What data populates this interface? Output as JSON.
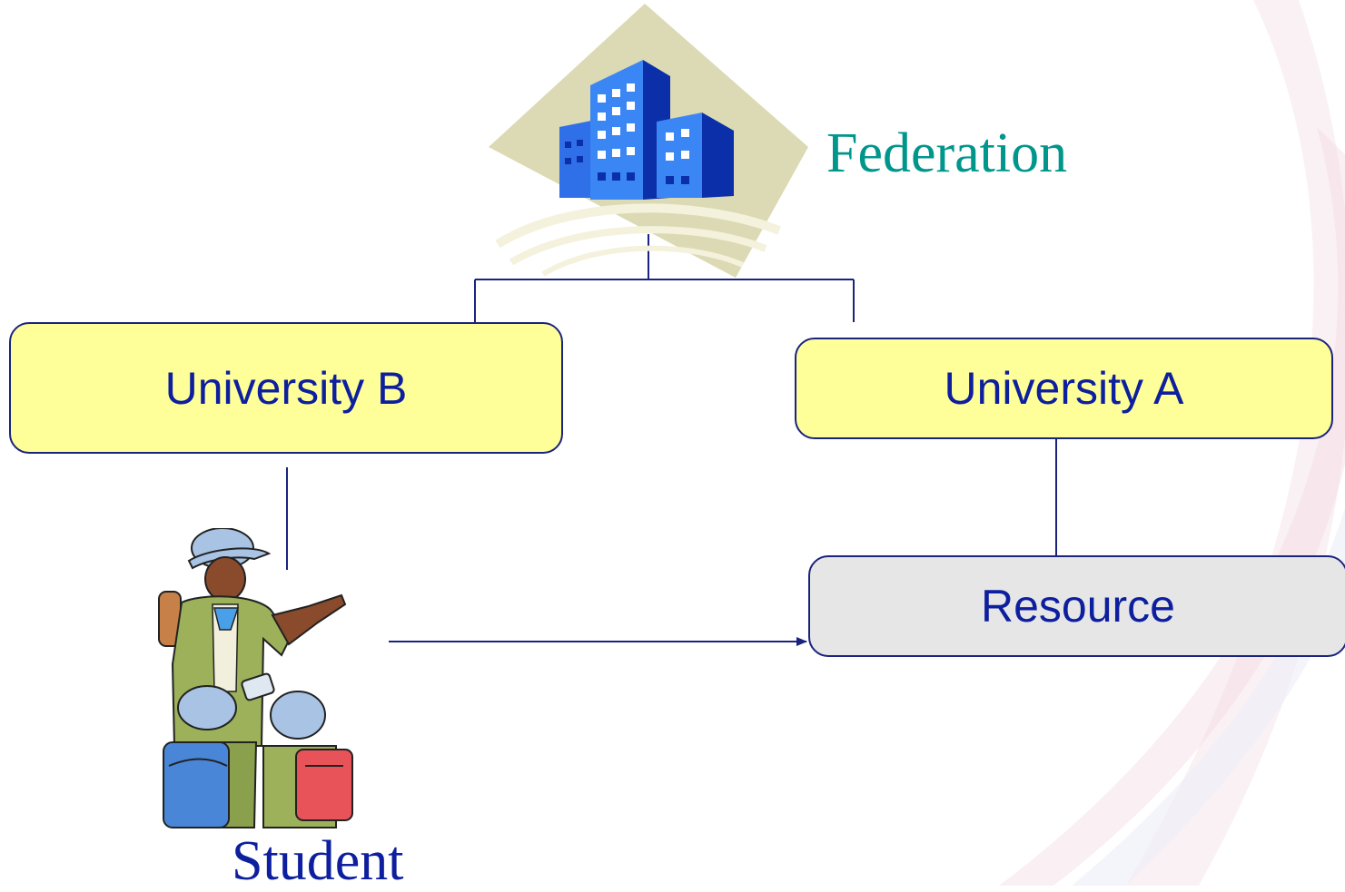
{
  "diagram": {
    "federation": {
      "label": "Federation",
      "icon": "office-building-icon",
      "color": "#00968c"
    },
    "university_b": {
      "label": "University B"
    },
    "university_a": {
      "label": "University A"
    },
    "resource": {
      "label": "Resource"
    },
    "student": {
      "label": "Student",
      "icon": "student-group-icon",
      "color": "#0d1f9e"
    },
    "colors": {
      "university_fill": "#ffff99",
      "resource_fill": "#e6e6e6",
      "border": "#1a237e",
      "text": "#0d1f9e"
    }
  }
}
